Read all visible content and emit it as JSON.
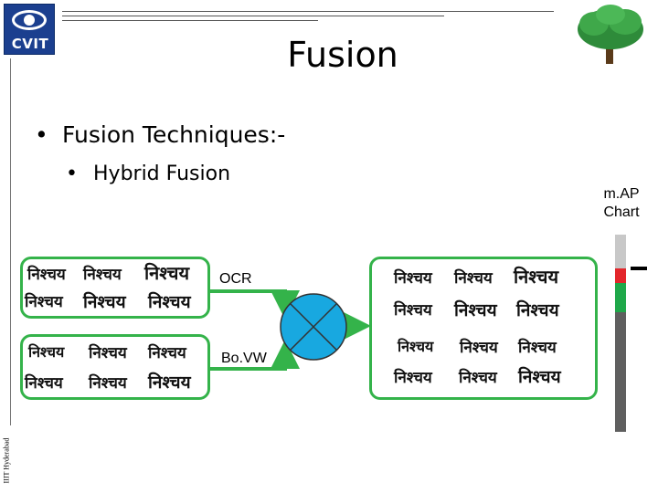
{
  "header": {
    "logo_text": "CVIT",
    "title": "Fusion"
  },
  "bullets": {
    "level1": "Fusion Techniques:-",
    "level2": "Hybrid Fusion"
  },
  "map_chart": {
    "label_line1": "m.AP",
    "label_line2": "Chart",
    "colors": {
      "top": "#c8c8c8",
      "red": "#e3262b",
      "green": "#1fa84a",
      "rest": "#5f5f5f"
    }
  },
  "diagram": {
    "word": "निश्चय",
    "ocr_label": "OCR",
    "bovw_label": "Bo.VW",
    "accent_color": "#34b34a",
    "circle_color": "#18a8e0"
  },
  "footer": {
    "side_text": "IIIT Hyderabad"
  }
}
